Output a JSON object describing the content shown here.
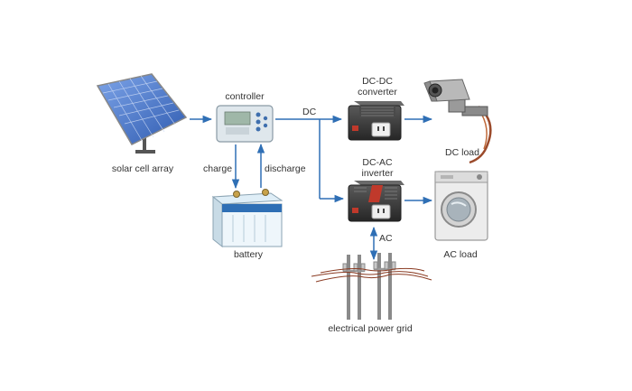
{
  "labels": {
    "solar_array": "solar cell array",
    "controller": "controller",
    "dc": "DC",
    "dcdc_line1": "DC-DC",
    "dcdc_line2": "converter",
    "dc_load": "DC load",
    "charge": "charge",
    "discharge": "discharge",
    "dcac_line1": "DC-AC",
    "dcac_line2": "inverter",
    "battery": "battery",
    "ac_load": "AC load",
    "ac": "AC",
    "grid": "electrical power grid"
  },
  "colors": {
    "arrow": "#2f6fb5",
    "panel": "#4a78c8",
    "device_dark": "#3a3a3a",
    "device_accent": "#c0392b",
    "battery_body": "#eef6fb",
    "appliance": "#e9e9e9"
  },
  "icons": [
    "solar-panel-icon",
    "controller-icon",
    "dc-dc-converter-icon",
    "dc-ac-inverter-icon",
    "security-camera-icon",
    "washing-machine-icon",
    "battery-icon",
    "power-grid-icon"
  ]
}
